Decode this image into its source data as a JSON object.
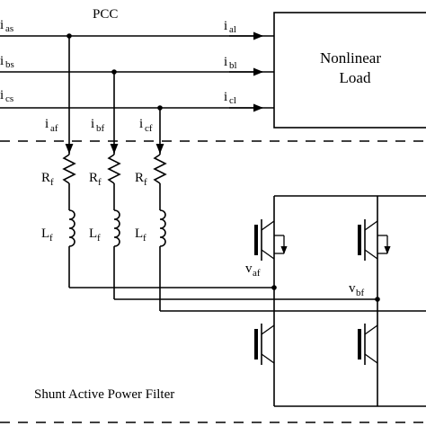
{
  "pcc_label": "PCC",
  "source_currents": [
    {
      "main": "i",
      "sub": "as"
    },
    {
      "main": "i",
      "sub": "bs"
    },
    {
      "main": "i",
      "sub": "cs"
    }
  ],
  "load_currents": [
    {
      "main": "i",
      "sub": "al"
    },
    {
      "main": "i",
      "sub": "bl"
    },
    {
      "main": "i",
      "sub": "cl"
    }
  ],
  "filter_currents": [
    {
      "main": "i",
      "sub": "af"
    },
    {
      "main": "i",
      "sub": "bf"
    },
    {
      "main": "i",
      "sub": "cf"
    }
  ],
  "resistor_labels": [
    {
      "main": "R",
      "sub": "f"
    },
    {
      "main": "R",
      "sub": "f"
    },
    {
      "main": "R",
      "sub": "f"
    }
  ],
  "inductor_labels": [
    {
      "main": "L",
      "sub": "f"
    },
    {
      "main": "L",
      "sub": "f"
    },
    {
      "main": "L",
      "sub": "f"
    }
  ],
  "load_label": {
    "line1": "Nonlinear",
    "line2": "Load"
  },
  "voltages": [
    {
      "main": "v",
      "sub": "af"
    },
    {
      "main": "v",
      "sub": "bf"
    }
  ],
  "filter_title": "Shunt Active Power Filter"
}
